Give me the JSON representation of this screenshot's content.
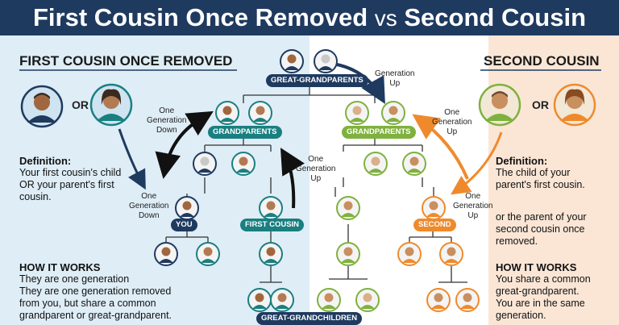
{
  "title": {
    "part1": "First Cousin Once Removed",
    "vs": "vs",
    "part2": "Second Cousin"
  },
  "left": {
    "heading": "FIRST COUSIN ONCE REMOVED",
    "or": "OR",
    "definition_title": "Definition:",
    "definition_lines": [
      "Your first cousin's child",
      "OR your parent's first",
      "cousin."
    ],
    "how_title": "HOW IT WORKS",
    "how_lines": [
      "They are one generation",
      "They are one generation removed",
      "from you, but share a common",
      "grandparent or great-grandparent."
    ]
  },
  "right": {
    "heading": "SECOND COUSIN",
    "or": "OR",
    "definition_title": "Definition:",
    "definition_lines": [
      "The child of your",
      "parent's first cousin."
    ],
    "definition_extra": [
      "or the parent of your",
      "second cousin once",
      "removed."
    ],
    "how_title": "HOW IT WORKS",
    "how_lines": [
      "You share a common",
      "great-grandparent.",
      "You are in the same",
      "generation."
    ]
  },
  "labels": {
    "great_grandparents": "GREAT-GRANDPARENTS",
    "grandparents_left": "GRANDPARENTS",
    "grandparents_right": "GRANDPARENTS",
    "you": "YOU",
    "first_cousin": "FIRST COUSIN",
    "second": "SECOND",
    "great_grandchildren": "GREAT-GRANDCHILDREN"
  },
  "arrows": {
    "gen_up_top": [
      "Generation",
      "Up"
    ],
    "one_gen_down_top": [
      "One",
      "Generation",
      "Down"
    ],
    "one_gen_up_mid": [
      "One",
      "Generation",
      "Up"
    ],
    "one_gen_down_left": [
      "One",
      "Generation",
      "Down"
    ],
    "one_gen_up_right_top": [
      "One",
      "Generation",
      "Up"
    ],
    "one_gen_up_right_bottom": [
      "One",
      "Generation",
      "Up"
    ]
  },
  "colors": {
    "navy": "#1f3a5f",
    "teal": "#1a7f80",
    "green": "#7fb13e",
    "orange": "#ef8a2c",
    "left_bg": "#deedf6",
    "right_bg": "#fbe6d6"
  }
}
